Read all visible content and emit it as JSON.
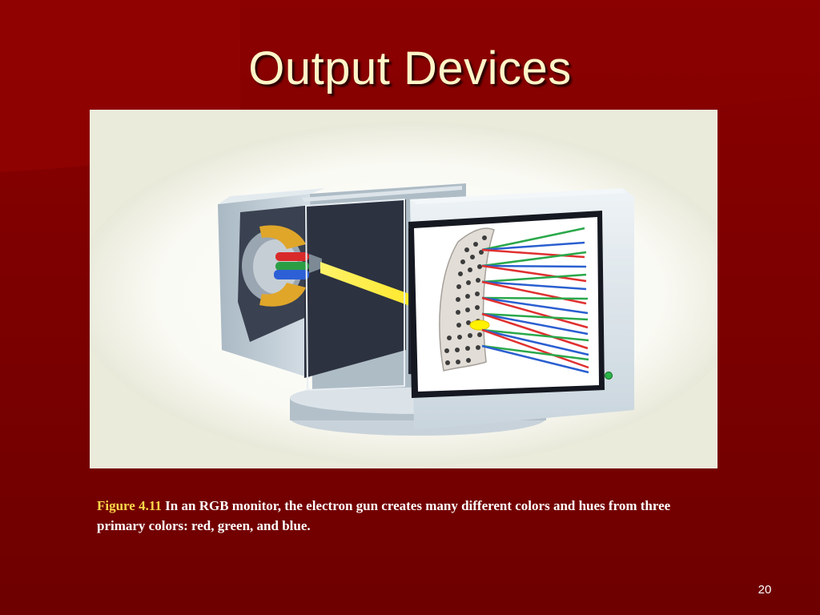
{
  "slide": {
    "title": "Output Devices",
    "page_number": "20",
    "background_color": "#7a0000",
    "title_color": "#fff6c8"
  },
  "figure": {
    "caption_label": "Figure 4.11",
    "caption_text": " In an RGB monitor, the electron gun creates many different colors and hues from three primary colors: red, green, and blue.",
    "caption_label_color": "#ffd84a",
    "illustration": "crt-monitor-cutaway-illustration",
    "beam_colors": [
      "#e03030",
      "#2aa84a",
      "#2a5fd0"
    ]
  }
}
